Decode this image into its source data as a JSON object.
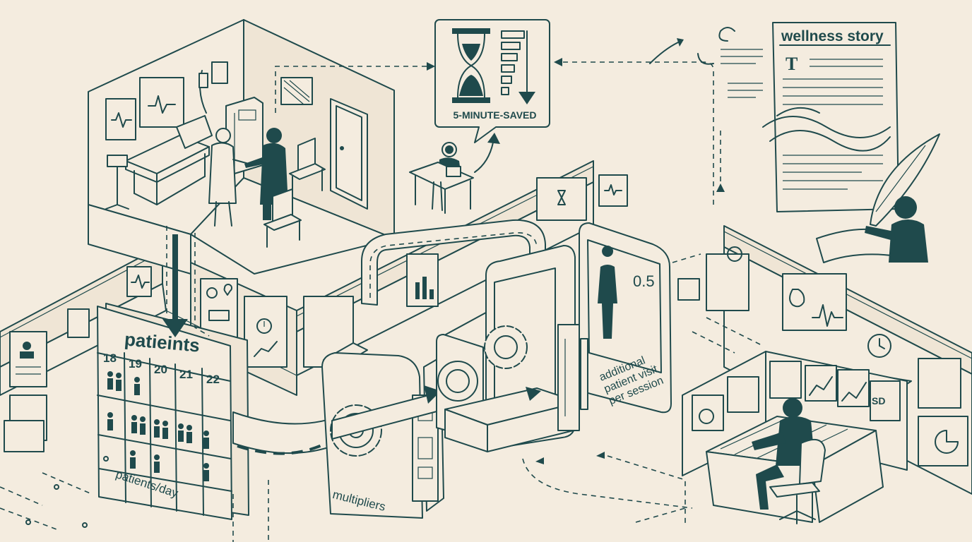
{
  "diagram": {
    "calendar": {
      "title": "patieints",
      "days": [
        "18",
        "19",
        "20",
        "21",
        "22"
      ]
    },
    "labels": {
      "patients_per_day": "patients/day",
      "multipliers": "multipliers",
      "minutes_saved": "5-MINUTE-SAVED",
      "wellness_story": "wellness story",
      "additional_visit": "additional\npatient visit\nper session",
      "visit_value": "0.5",
      "headline_letter": "T",
      "monitor_code": "SD"
    },
    "colors": {
      "ink": "#1f4a4c",
      "paper": "#f4ecdf"
    },
    "icons": [
      "hourglass-icon",
      "gear-icon",
      "quill-icon",
      "heart-rate-icon",
      "clock-icon",
      "money-bag-icon",
      "chart-icon"
    ]
  }
}
